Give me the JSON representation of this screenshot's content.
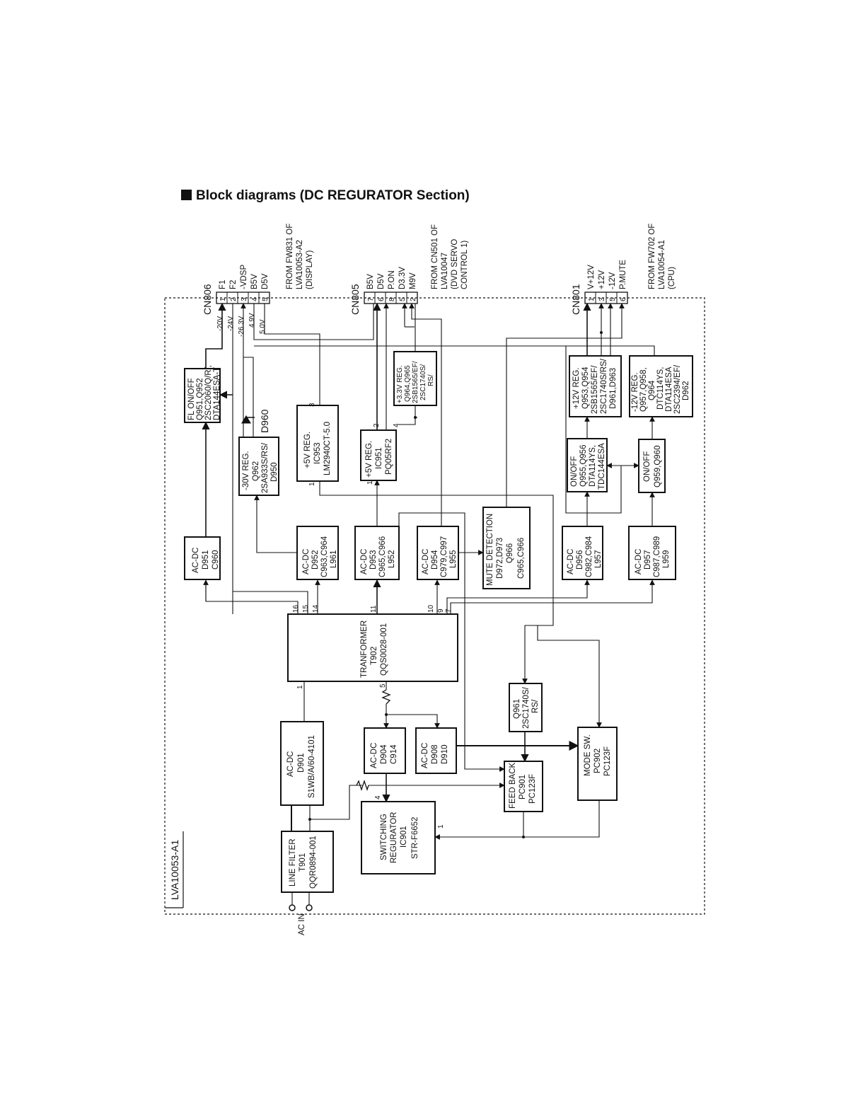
{
  "title": "Block diagrams (DC REGURATOR Section)",
  "board": "LVA10053-A1",
  "ac_in": "AC IN",
  "connectors": {
    "cn806": {
      "name": "CN806",
      "pins": [
        {
          "num": "1",
          "sig": "F1",
          "v": "-20V"
        },
        {
          "num": "2",
          "sig": "F2",
          "v": "-24V"
        },
        {
          "num": "3",
          "sig": "-VDSP",
          "v": "-26.3V"
        },
        {
          "num": "4",
          "sig": "B5V",
          "v": "4.9V"
        },
        {
          "num": "5",
          "sig": "D5V",
          "v": "5.0V"
        }
      ],
      "from": [
        "FROM FW831 OF",
        "LVA10053-A2",
        "(DISPLAY)"
      ]
    },
    "cn805": {
      "name": "CN805",
      "pins": [
        {
          "num": "7",
          "sig": "B5V"
        },
        {
          "num": "6",
          "sig": "D5V"
        },
        {
          "num": "8",
          "sig": "P.ON"
        },
        {
          "num": "5",
          "sig": "D3.3V"
        },
        {
          "num": "2",
          "sig": "M9V"
        }
      ],
      "from": [
        "FROM CN501 OF",
        "LVA10047",
        "(DVD SERVO",
        "CONTROL 1)"
      ]
    },
    "cn801": {
      "name": "CN801",
      "pins": [
        {
          "num": "1",
          "sig": "V+12V"
        },
        {
          "num": "3",
          "sig": "+12V"
        },
        {
          "num": "5",
          "sig": "-12V"
        },
        {
          "num": "6",
          "sig": "P.MUTE"
        }
      ],
      "from": [
        "FROM FW702 OF",
        "LVA10054-A1",
        "(CPU)"
      ]
    }
  },
  "blocks": {
    "fl_onoff": [
      "FL ON/OFF",
      "Q951,Q952",
      "2SC2060/Q/R/,",
      "DTA144ESA-T"
    ],
    "ac_dc_951": [
      "AC-DC",
      "D951",
      "C960"
    ],
    "reg_m30": [
      "-30V REG.",
      "Q962",
      "2SA933S/RS/",
      "D950"
    ],
    "d960": "D960",
    "ac_dc_952": [
      "AC-DC",
      "D952",
      "C963,C964",
      "L961"
    ],
    "reg_5v_953": [
      "+5V REG.",
      "IC953",
      "LM2940CT-5.0"
    ],
    "reg_5v_951": [
      "+5V REG.",
      "IC951",
      "PQ05RF2"
    ],
    "reg_33v": [
      "+3.3V REG.",
      "Q964,Q965",
      "2SB1565/EF/",
      "2SC1740S/",
      "RS/"
    ],
    "ac_dc_953": [
      "AC-DC",
      "D953",
      "C965,C966",
      "L952"
    ],
    "ac_dc_954": [
      "AC-DC",
      "D954",
      "C979,C997",
      "L955"
    ],
    "mute": [
      "MUTE DETECTION",
      "D972,D973",
      "Q966",
      "C965,C966"
    ],
    "reg_12v": [
      "+12V REG.",
      "Q953,Q954",
      "2SB1565/EF/",
      "2SC1740S/RS/",
      "D961,D963"
    ],
    "reg_m12v": [
      "-12V REG.",
      "Q957,Q958,",
      "Q964",
      "DTC114YS,",
      "DTA114ESA",
      "2SC2394/EF/",
      "D962"
    ],
    "onoff_955": [
      "ON/OFF",
      "Q955,Q956",
      "DTA114YS,",
      "TDC144ESA"
    ],
    "onoff_959": [
      "ON/OFF",
      "Q959,Q960"
    ],
    "ac_dc_956": [
      "AC-DC",
      "D956",
      "C982,C984",
      "L957"
    ],
    "ac_dc_957": [
      "AC-DC",
      "D957",
      "C987,C989",
      "L959"
    ],
    "transformer": [
      "TRANFORMER",
      "T902",
      "QQS0028-001"
    ],
    "ac_dc_901": [
      "AC-DC",
      "D901",
      "S1WB/A/60-4101"
    ],
    "ac_dc_904": [
      "AC-DC",
      "D904",
      "C914"
    ],
    "ac_dc_908": [
      "AC-DC",
      "D908",
      "D910"
    ],
    "q961": [
      "Q961",
      "2SC1740S/",
      "RS/"
    ],
    "mode_sw": [
      "MODE SW.",
      "PC902",
      "PC123F"
    ],
    "feedback": [
      "FEED BACK",
      "PC901",
      "PC123F"
    ],
    "switching": [
      "SWITCHING",
      "REGURATOR",
      "IC901",
      "STR-F6652"
    ],
    "line_filter": [
      "LINE FILTER",
      "T901",
      "QQR0894-001"
    ]
  },
  "pin_labels": {
    "t16": "16",
    "t15": "15",
    "t14": "14",
    "t11": "11",
    "t10": "10",
    "t9": "9",
    "t7": "7",
    "t1": "1",
    "t5": "5",
    "r953_3": "3",
    "r953_1": "1",
    "r951_2": "2",
    "r951_4": "4",
    "r951_1": "1",
    "sw4": "4",
    "sw1": "1"
  }
}
